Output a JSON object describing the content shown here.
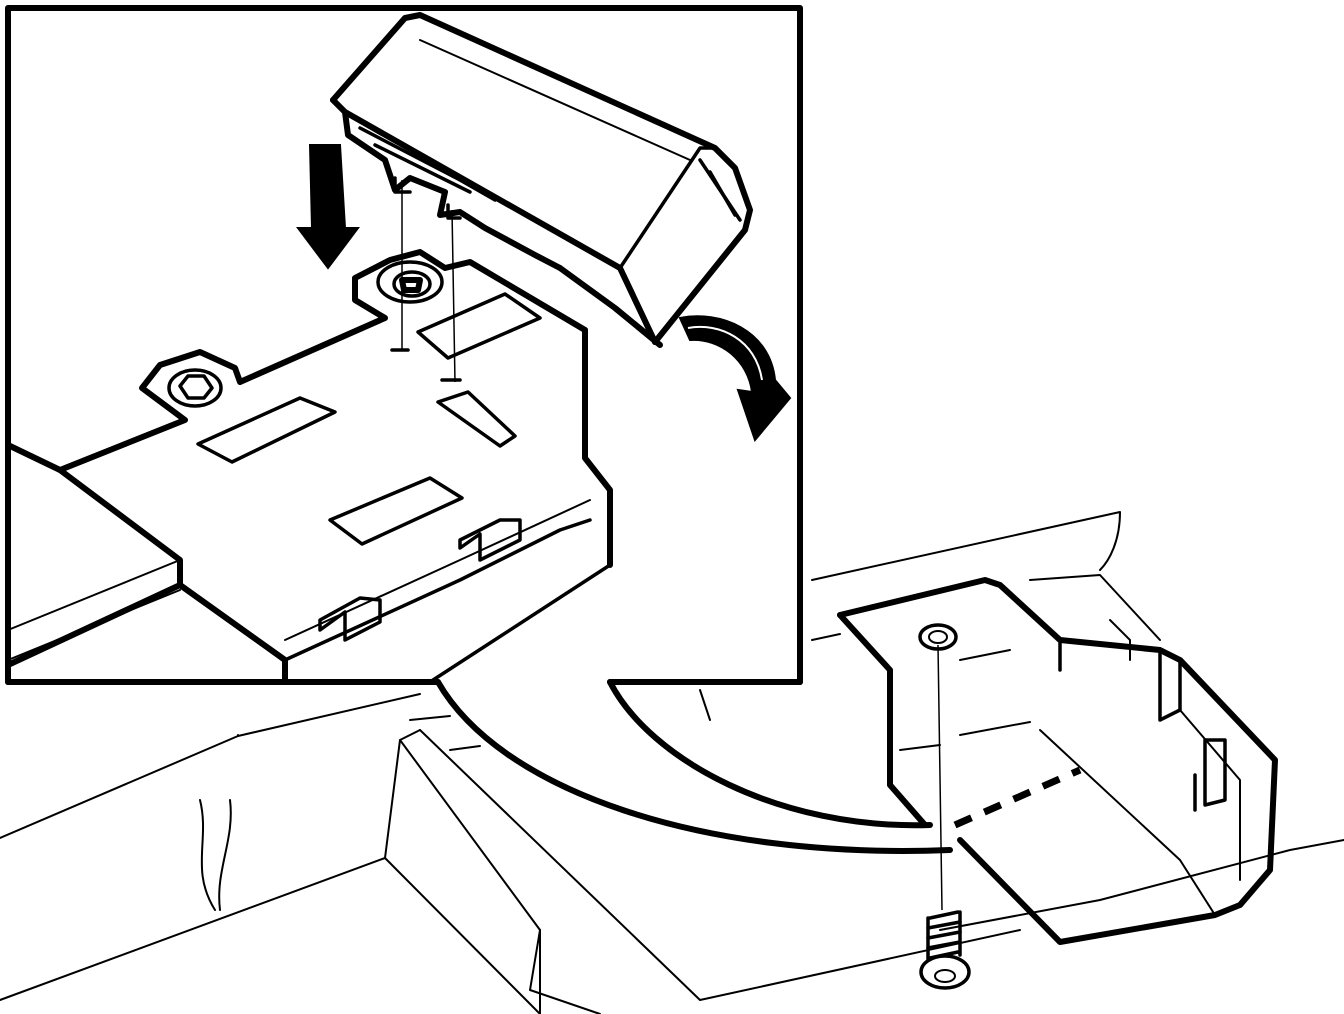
{
  "diagram": {
    "type": "technical-installation-illustration",
    "colors": {
      "ink": "#000000",
      "paper": "#ffffff"
    },
    "parts": [
      {
        "name": "detail-inset-frame"
      },
      {
        "name": "cartridge-module"
      },
      {
        "name": "mounting-bracket"
      },
      {
        "name": "mounting-screw"
      },
      {
        "name": "insert-arrow"
      },
      {
        "name": "rotate-arrow"
      },
      {
        "name": "callout-leader"
      }
    ]
  }
}
